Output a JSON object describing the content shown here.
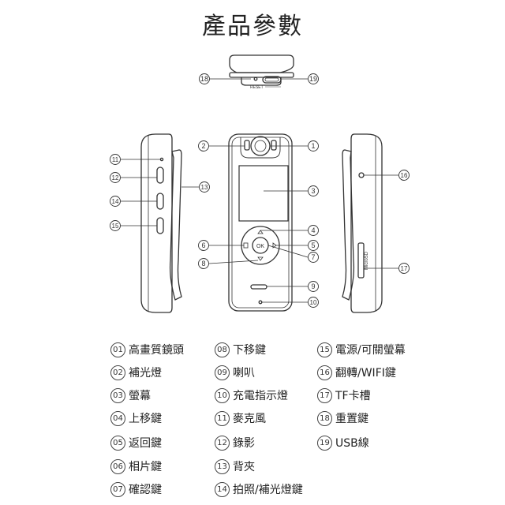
{
  "title": "產品參數",
  "callout_numbers": {
    "c1": "1",
    "c2": "2",
    "c3": "3",
    "c4": "4",
    "c5": "5",
    "c6": "6",
    "c7": "7",
    "c8": "8",
    "c9": "9",
    "c10": "10",
    "c11": "11",
    "c12": "12",
    "c13": "13",
    "c14": "14",
    "c15": "15",
    "c16": "16",
    "c17": "17",
    "c18": "18",
    "c19": "19"
  },
  "device_marks": {
    "reset": "RESET",
    "ok": "OK",
    "microsd": "MicroSD"
  },
  "legend": [
    {
      "num": "01",
      "label": "高畫質鏡頭"
    },
    {
      "num": "02",
      "label": "補光燈"
    },
    {
      "num": "03",
      "label": "螢幕"
    },
    {
      "num": "04",
      "label": "上移鍵"
    },
    {
      "num": "05",
      "label": "返回鍵"
    },
    {
      "num": "06",
      "label": "相片鍵"
    },
    {
      "num": "07",
      "label": "確認鍵"
    },
    {
      "num": "08",
      "label": "下移鍵"
    },
    {
      "num": "09",
      "label": "喇叭"
    },
    {
      "num": "10",
      "label": "充電指示燈"
    },
    {
      "num": "11",
      "label": "麥克風"
    },
    {
      "num": "12",
      "label": "錄影"
    },
    {
      "num": "13",
      "label": "背夾"
    },
    {
      "num": "14",
      "label": "拍照/補光燈鍵"
    },
    {
      "num": "15",
      "label": "電源/可關螢幕"
    },
    {
      "num": "16",
      "label": "翻轉/WIFI鍵"
    },
    {
      "num": "17",
      "label": "TF卡槽"
    },
    {
      "num": "18",
      "label": "重置鍵"
    },
    {
      "num": "19",
      "label": "USB線"
    }
  ]
}
